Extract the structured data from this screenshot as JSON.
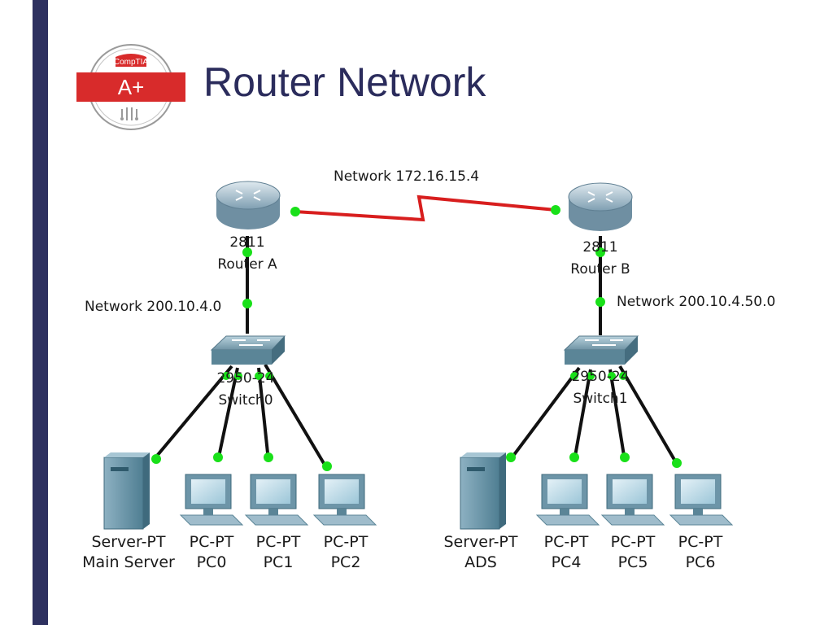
{
  "slide": {
    "title": "Router Network",
    "logo": {
      "brand": "CompTIA",
      "cert": "A+"
    },
    "accent_color": "#d82b2b",
    "sidebar_color": "#2e3160"
  },
  "network": {
    "wan_label": "Network 172.16.15.4",
    "lan_a_label": "Network 200.10.4.0",
    "lan_b_label": "Network 200.10.4.50.0",
    "routers": [
      {
        "model": "2811",
        "name": "Router A"
      },
      {
        "model": "2811",
        "name": "Router B"
      }
    ],
    "switches": [
      {
        "model": "2950-24",
        "name": "Switch0"
      },
      {
        "model": "2950-24",
        "name": "Switch1"
      }
    ],
    "devices": [
      {
        "type": "Server-PT",
        "name": "Main Server"
      },
      {
        "type": "PC-PT",
        "name": "PC0"
      },
      {
        "type": "PC-PT",
        "name": "PC1"
      },
      {
        "type": "PC-PT",
        "name": "PC2"
      },
      {
        "type": "Server-PT",
        "name": "ADS"
      },
      {
        "type": "PC-PT",
        "name": "PC4"
      },
      {
        "type": "PC-PT",
        "name": "PC5"
      },
      {
        "type": "PC-PT",
        "name": "PC6"
      }
    ],
    "colors": {
      "serial_link": "#d81e1e",
      "ethernet_link": "#111111",
      "port_status": "#19e019"
    }
  }
}
